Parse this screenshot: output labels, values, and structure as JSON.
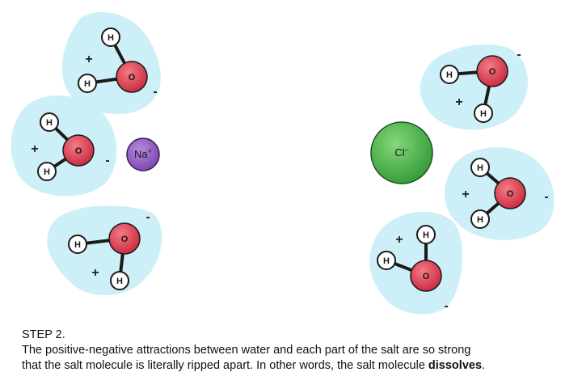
{
  "diagram": {
    "ions": {
      "sodium": {
        "symbol": "Na",
        "charge": "+"
      },
      "chloride": {
        "symbol": "Cl",
        "charge": "–"
      }
    },
    "atoms": {
      "oxygen": "O",
      "hydrogen": "H"
    },
    "signs": {
      "positive": "+",
      "negative": "-"
    },
    "colors": {
      "water_halo": "#cdeff7",
      "oxygen": "#d8384a",
      "hydrogen": "#ffffff",
      "sodium": "#8e5bbf",
      "chloride": "#4db648"
    }
  },
  "caption": {
    "step": "STEP 2.",
    "line1": "The positive-negative attractions between water and each part of the salt are so strong",
    "line2_prefix": "that the salt molecule is literally ripped apart. In other words, the salt molecule ",
    "line2_bold": "dissolves",
    "line2_suffix": "."
  }
}
